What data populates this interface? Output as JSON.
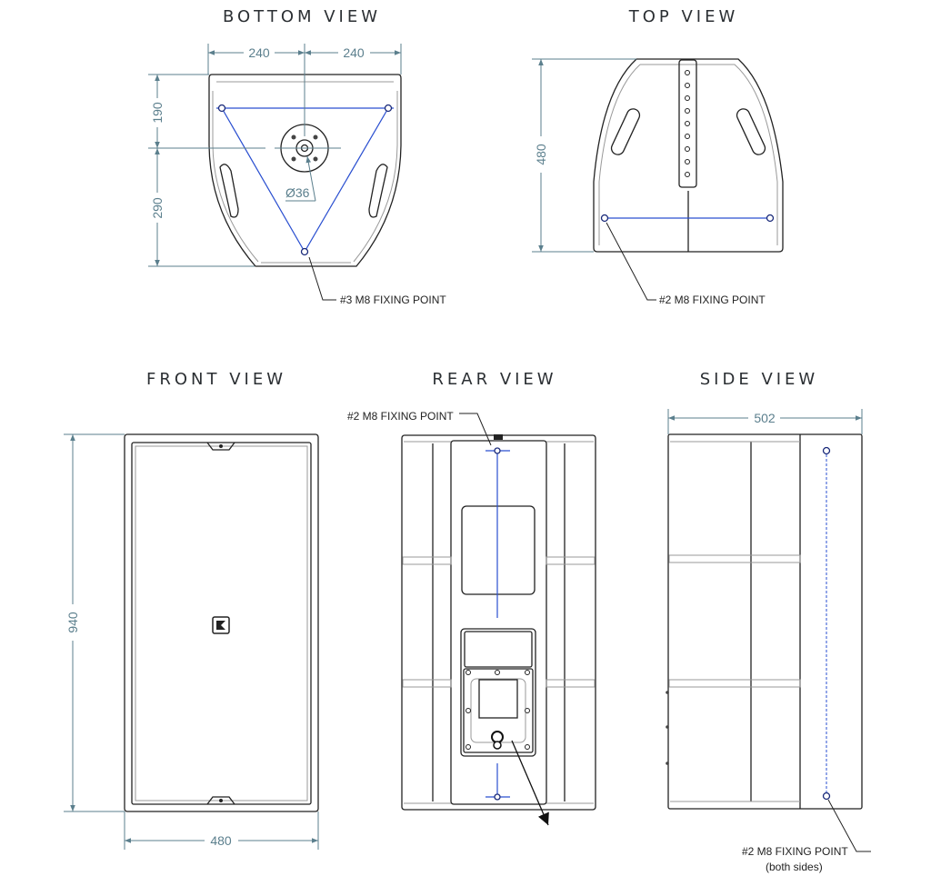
{
  "titles": {
    "bottom": "BOTTOM VIEW",
    "top": "TOP VIEW",
    "front": "FRONT VIEW",
    "rear": "REAR VIEW",
    "side": "SIDE VIEW"
  },
  "dimensions": {
    "bottom_left_width": "240",
    "bottom_right_width": "240",
    "bottom_front_depth": "190",
    "bottom_rear_depth": "290",
    "pole_diameter": "Ø36",
    "top_depth": "480",
    "front_height": "940",
    "front_width": "480",
    "side_depth": "502"
  },
  "labels": {
    "bottom_fixing": "#3 M8 FIXING POINT",
    "top_fixing": "#2 M8 FIXING POINT",
    "rear_fixing": "#2 M8 FIXING POINT",
    "side_fixing": "#2 M8 FIXING POINT",
    "side_fixing_note": "(both sides)"
  },
  "colors": {
    "dimension": "#5b7f8d",
    "fixing_line": "#2a4fd0",
    "outline": "#222222"
  }
}
